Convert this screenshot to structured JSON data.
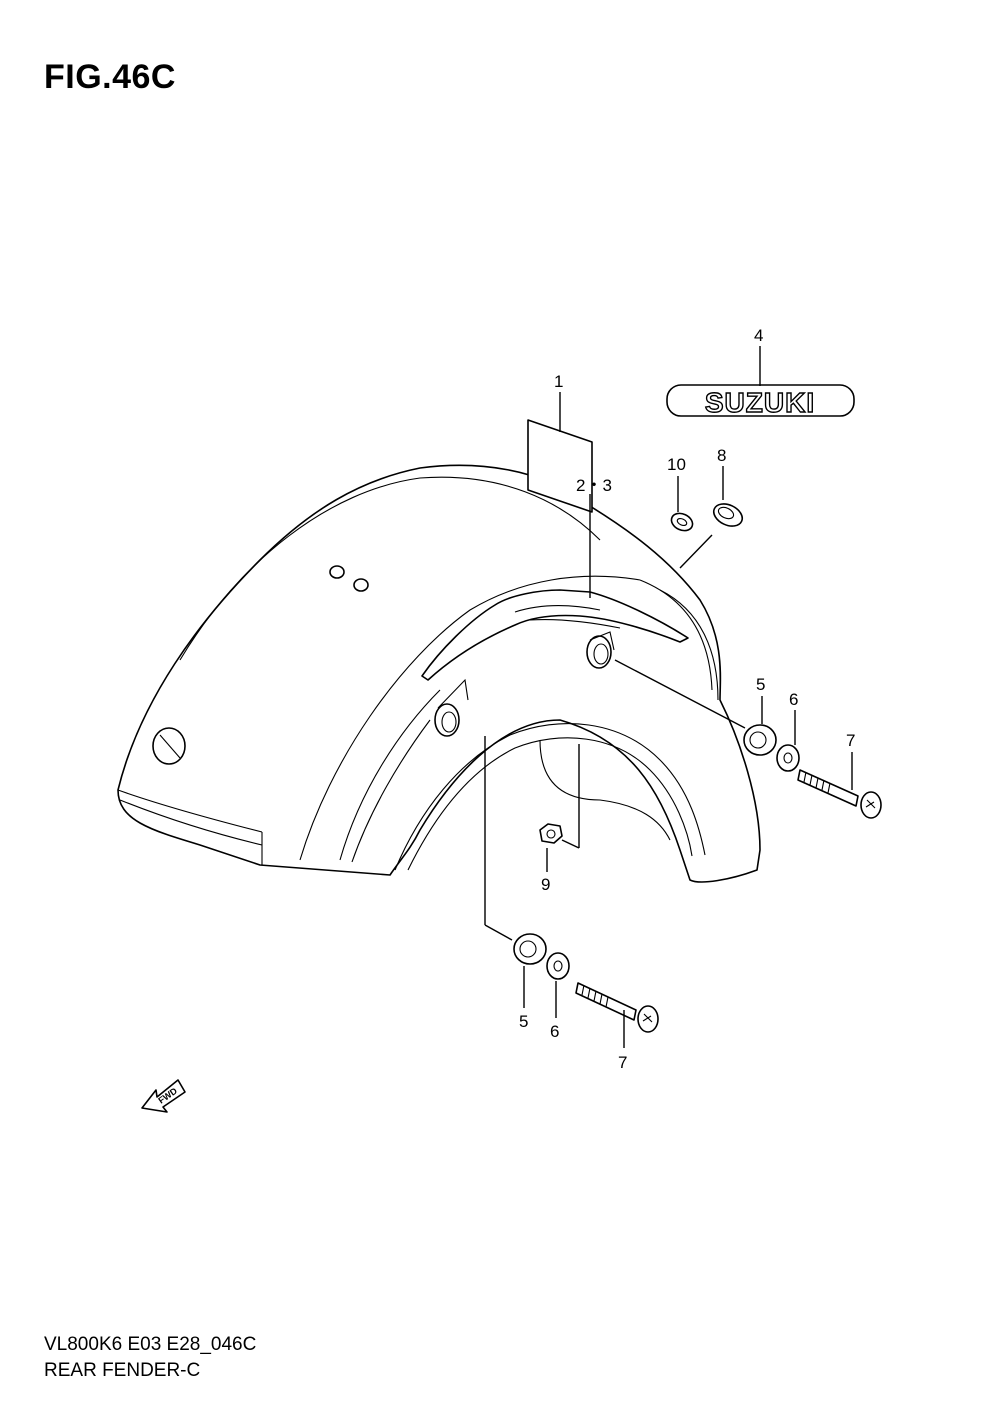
{
  "figure": {
    "title": "FIG.46C",
    "model_code": "VL800K6 E03 E28_046C",
    "section_name": "REAR FENDER-C"
  },
  "callouts": [
    {
      "id": "c1",
      "label": "1"
    },
    {
      "id": "c23",
      "label": "2・3"
    },
    {
      "id": "c4",
      "label": "4"
    },
    {
      "id": "c8",
      "label": "8"
    },
    {
      "id": "c10",
      "label": "10"
    },
    {
      "id": "c5a",
      "label": "5"
    },
    {
      "id": "c6a",
      "label": "6"
    },
    {
      "id": "c7a",
      "label": "7"
    },
    {
      "id": "c9",
      "label": "9"
    },
    {
      "id": "c5b",
      "label": "5"
    },
    {
      "id": "c6b",
      "label": "6"
    },
    {
      "id": "c7b",
      "label": "7"
    }
  ],
  "emblem": {
    "text": "SUZUKI"
  },
  "direction_arrow": {
    "text": "FWD"
  }
}
